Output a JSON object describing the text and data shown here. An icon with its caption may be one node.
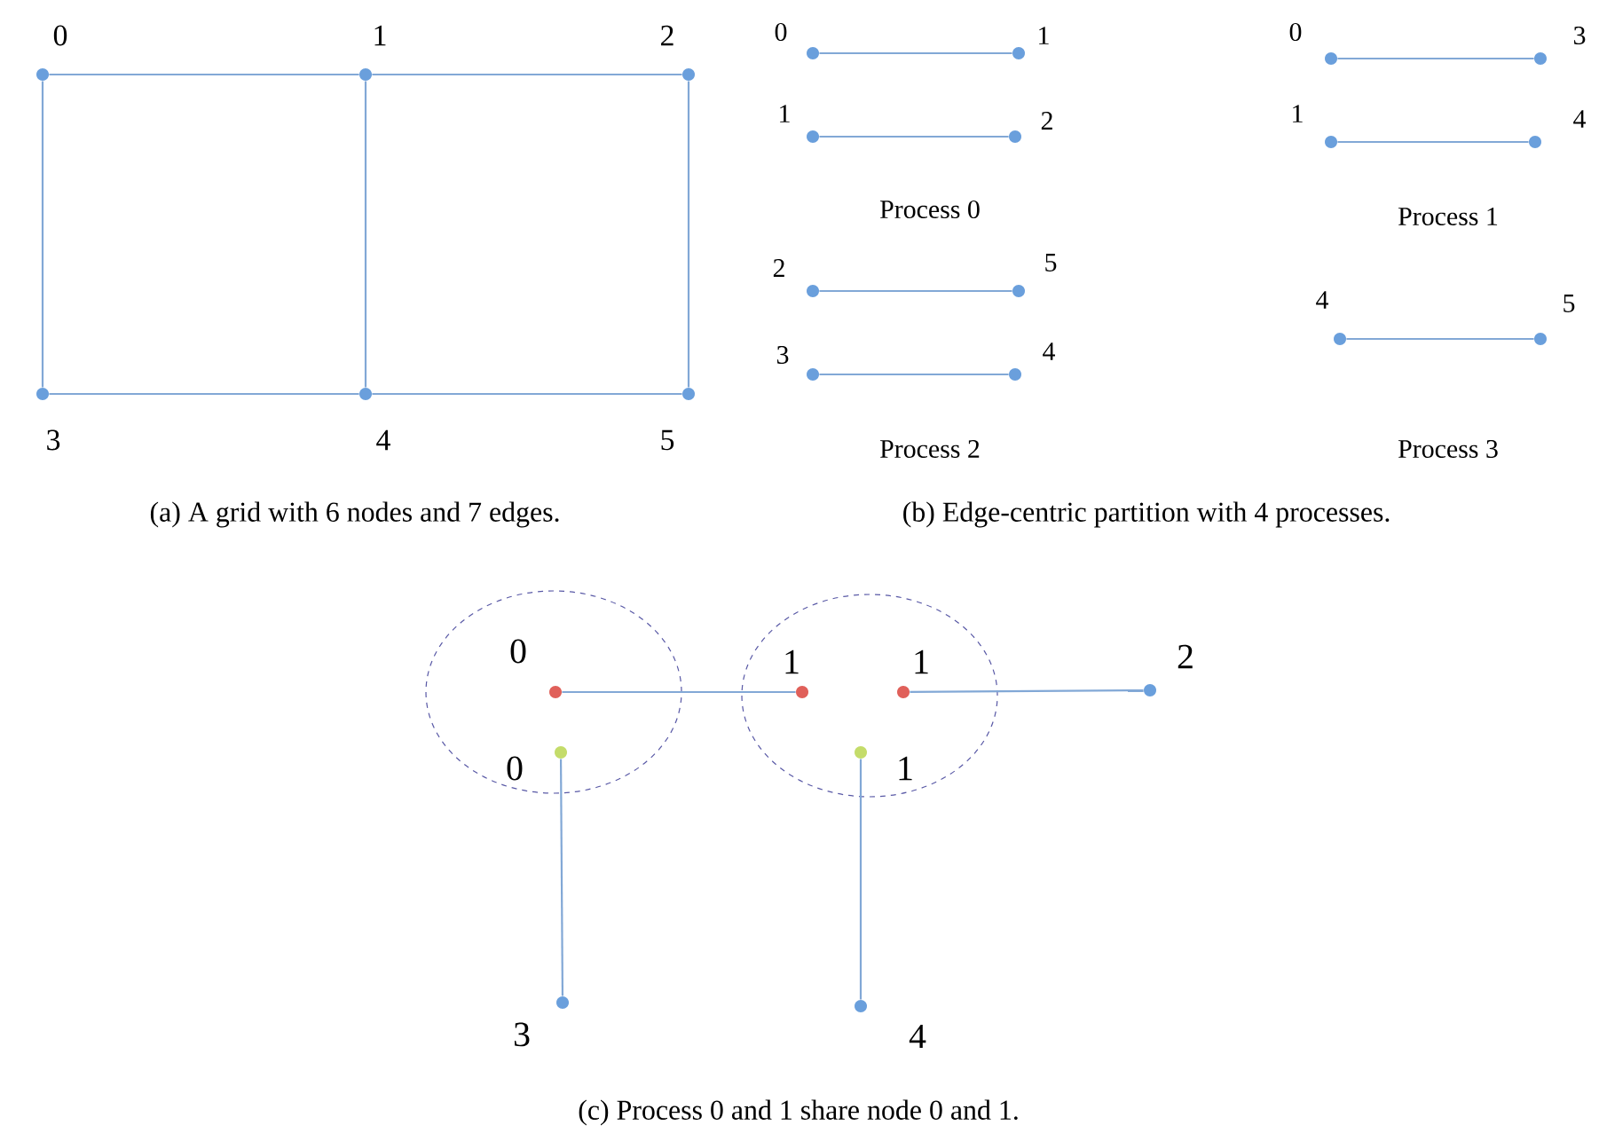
{
  "diagram": {
    "nodes": [
      {
        "text": [],
        "shape": "circle",
        "beside": [
          "0"
        ]
      },
      {
        "text": [],
        "shape": "circle",
        "beside": [
          "1"
        ]
      },
      {
        "text": [],
        "shape": "circle",
        "beside": [
          "2"
        ]
      },
      {
        "text": [],
        "shape": "circle",
        "beside": [
          "3"
        ]
      },
      {
        "text": [],
        "shape": "circle",
        "beside": [
          "4"
        ]
      },
      {
        "text": [],
        "shape": "circle",
        "beside": [
          "5"
        ]
      },
      {
        "text": [],
        "shape": "circle",
        "beside": [
          "0"
        ]
      },
      {
        "text": [],
        "shape": "circle",
        "beside": [
          "1"
        ]
      },
      {
        "text": [],
        "shape": "circle",
        "beside": [
          "0"
        ]
      },
      {
        "text": [],
        "shape": "circle",
        "beside": [
          "3"
        ]
      },
      {
        "text": [],
        "shape": "circle",
        "beside": [
          "1"
        ]
      },
      {
        "text": [],
        "shape": "circle",
        "beside": [
          "2"
        ]
      },
      {
        "text": [],
        "shape": "circle",
        "beside": [
          "1"
        ]
      },
      {
        "text": [],
        "shape": "circle",
        "beside": [
          "4"
        ]
      },
      {
        "text": [],
        "shape": "circle",
        "beside": [
          "2"
        ]
      },
      {
        "text": [],
        "shape": "circle",
        "beside": [
          "5"
        ]
      },
      {
        "text": [],
        "shape": "circle",
        "beside": [
          "4"
        ]
      },
      {
        "text": [],
        "shape": "circle",
        "beside": [
          "5"
        ]
      },
      {
        "text": [],
        "shape": "circle",
        "beside": [
          "3"
        ]
      },
      {
        "text": [],
        "shape": "circle",
        "beside": [
          "4"
        ]
      },
      {
        "text": [],
        "shape": "circle"
      },
      {
        "text": [],
        "shape": "circle"
      },
      {
        "text": [],
        "shape": "circle",
        "beside": [
          "0"
        ],
        "in": 20
      },
      {
        "text": [],
        "shape": "circle",
        "beside": [
          "1"
        ],
        "in": 21
      },
      {
        "text": [],
        "shape": "circle",
        "beside": [
          "1"
        ],
        "in": 21
      },
      {
        "text": [],
        "shape": "circle",
        "beside": [
          "2"
        ]
      },
      {
        "text": [],
        "shape": "circle",
        "beside": [
          "0"
        ],
        "in": 20
      },
      {
        "text": [],
        "shape": "circle",
        "beside": [
          "1"
        ],
        "in": 21
      },
      {
        "text": [],
        "shape": "circle",
        "beside": [
          "3"
        ]
      },
      {
        "text": [],
        "shape": "circle",
        "beside": [
          "4"
        ]
      }
    ],
    "edges": [
      {
        "from": 0,
        "to": 1,
        "arrow": "none"
      },
      {
        "from": 1,
        "to": 2,
        "arrow": "none"
      },
      {
        "from": 0,
        "to": 3,
        "arrow": "none"
      },
      {
        "from": 1,
        "to": 4,
        "arrow": "none"
      },
      {
        "from": 2,
        "to": 5,
        "arrow": "none"
      },
      {
        "from": 3,
        "to": 4,
        "arrow": "none"
      },
      {
        "from": 4,
        "to": 5,
        "arrow": "none"
      },
      {
        "from": 6,
        "to": 7,
        "arrow": "none"
      },
      {
        "from": 8,
        "to": 9,
        "arrow": "none"
      },
      {
        "from": 10,
        "to": 11,
        "arrow": "none"
      },
      {
        "from": 12,
        "to": 13,
        "arrow": "none"
      },
      {
        "from": 14,
        "to": 15,
        "arrow": "none"
      },
      {
        "from": 16,
        "to": 17,
        "arrow": "none"
      },
      {
        "from": 18,
        "to": 19,
        "arrow": "none"
      },
      {
        "from": 22,
        "to": 23,
        "arrow": "none"
      },
      {
        "from": 24,
        "to": 25,
        "arrow": "none"
      },
      {
        "from": 26,
        "to": 28,
        "arrow": "none"
      },
      {
        "from": 27,
        "to": 29,
        "arrow": "none"
      }
    ],
    "labels": [
      "Process 0",
      "Process 1",
      "Process 2",
      "Process 3",
      "(a) A grid with 6 nodes and 7 edges.",
      "(b) Edge-centric partition with 4 processes.",
      "(c) Process 0 and 1 share node 0 and 1."
    ]
  }
}
